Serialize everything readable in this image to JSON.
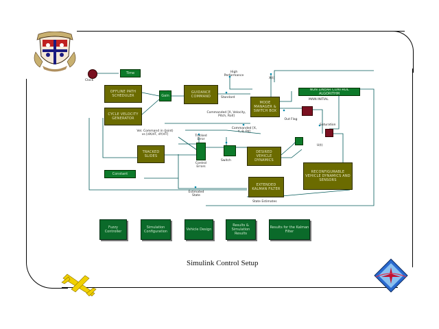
{
  "slide": {
    "caption": "Simulink Control Setup"
  },
  "diagram": {
    "clock_label": "Clock",
    "time_block": "Time",
    "blocks": {
      "offline_path": "OFFLINE PATH SCHEDULER",
      "gain": "Gain",
      "guidance": "GUIDANCE COMMAND",
      "mode_manager": "MODE MANAGER & SWITCH BOX",
      "nonlinear_control": "NON LINEAR CONTROL ALGORITHM",
      "cycle_velocity": "CYCLE VELOCITY GENERATOR",
      "tracked_slide": "TRACKED SLIDES",
      "desired_vehicle": "DESIRED VEHICLE DYNAMICS",
      "extended_kalman": "EXTENDED KALMAN FILTER",
      "reconfig": "RECONFIGURABLE VEHICLE DYNAMICS AND SENSORS",
      "constant": "Constant"
    },
    "labels": {
      "high_perf": "High Performance",
      "standard": "Standard",
      "xd": "X(t)",
      "commanded_a": "Commanded [X, Velocity, Pitch, Roll]",
      "commanded_b": "Commanded [X, Y, θ, Pd]",
      "vel_cmd": "Vel. Command in (Joint) vs [dX/dT, dY/dT]",
      "tracked_error": "Tracked Error",
      "control_error": "Control Errors",
      "switch": "Switch",
      "saturation": "Saturation",
      "out_flag": "Out Flag",
      "estimated": "Estimated State",
      "state_estimates": "State Estimates",
      "mainnn": "MAIN INITIAL",
      "ut": "U(t)"
    }
  },
  "buttons": [
    {
      "id": "fuzzy",
      "label": "Fuzzy Controller"
    },
    {
      "id": "sim",
      "label": "Simulation Configuration"
    },
    {
      "id": "vehicle",
      "label": "Vehicle Design"
    },
    {
      "id": "results",
      "label": "Results & Simulation Results"
    },
    {
      "id": "kalman",
      "label": "Results for the Kalman Filter"
    }
  ],
  "colors": {
    "block_olive": "#6b6b00",
    "block_green": "#0d7a2a",
    "block_red": "#7a1020",
    "wire": "#006060"
  },
  "icons": {
    "crest": "university-crest-logo",
    "plane": "yellow-airplane-icon",
    "badge": "diamond-aircraft-badge"
  }
}
